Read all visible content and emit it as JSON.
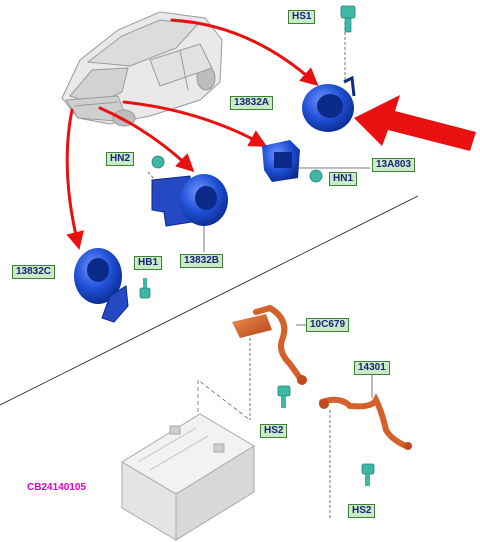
{
  "diagram": {
    "labels": {
      "hs1": "HS1",
      "part_13832A": "13832A",
      "hn2": "HN2",
      "part_13A803": "13A803",
      "hn1": "HN1",
      "part_13832C": "13832C",
      "hb1": "HB1",
      "part_13832B": "13832B",
      "part_10C679": "10C679",
      "part_14301": "14301",
      "hs2_left": "HS2",
      "hs2_right": "HS2",
      "battery": "CB24140105"
    },
    "colors": {
      "arrow": "#e81010",
      "part_blue": "#1f4fd6",
      "part_blue_dark": "#0b2a8a",
      "cable_orange": "#d4602a",
      "fastener_teal": "#3fb8a6",
      "label_bg": "#c9ebc6",
      "label_text": "#1a237e",
      "battery_label": "#e000c8"
    }
  }
}
